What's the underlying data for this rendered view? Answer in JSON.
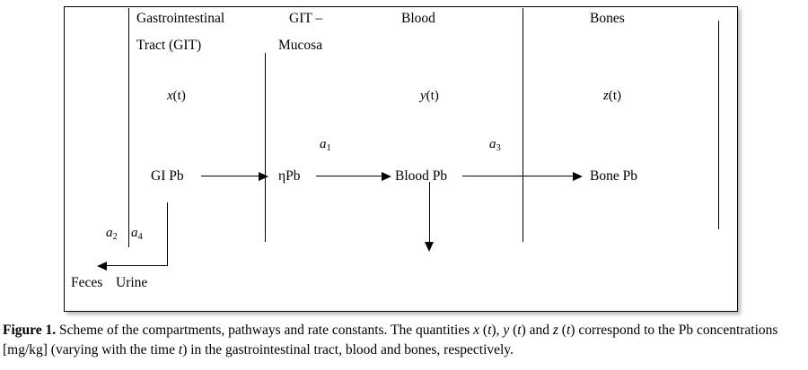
{
  "figure": {
    "label": "Figure 1.",
    "caption_part1": " Scheme of the compartments, pathways and rate constants. The quantities ",
    "caption_x": "x",
    "caption_t1": " (t)",
    "caption_sep1": ", ",
    "caption_y": "y",
    "caption_t2": " (t)",
    "caption_sep2": " and ",
    "caption_z": "z",
    "caption_t3": " (t)",
    "caption_part2": " correspond to the Pb concentrations [mg/kg] (varying with the time ",
    "caption_t4": "t",
    "caption_part3": ") in the gastrointestinal tract, blood and bones, respectively."
  },
  "diagram": {
    "compartments": [
      {
        "name": "gastrointestinal-tract",
        "line1": "Gastrointestinal",
        "line2": "Tract (GIT)",
        "variable": "x",
        "variable_arg": "(t)"
      },
      {
        "name": "git-mucosa",
        "line1": "GIT –",
        "line2": "Mucosa",
        "variable": "",
        "variable_arg": ""
      },
      {
        "name": "blood",
        "line1": "Blood",
        "line2": "",
        "variable": "y",
        "variable_arg": "(t)"
      },
      {
        "name": "bones",
        "line1": "Bones",
        "line2": "",
        "variable": "z",
        "variable_arg": "(t)"
      }
    ],
    "nodes": [
      {
        "name": "gi-pb",
        "label": "GI Pb"
      },
      {
        "name": "eta-pb",
        "label": "ηPb"
      },
      {
        "name": "blood-pb",
        "label": "Blood Pb"
      },
      {
        "name": "bone-pb",
        "label": "Bone Pb"
      }
    ],
    "rate_constants": [
      {
        "name": "a1",
        "symbol": "a",
        "subscript": "1"
      },
      {
        "name": "a2",
        "symbol": "a",
        "subscript": "2"
      },
      {
        "name": "a3",
        "symbol": "a",
        "subscript": "3"
      },
      {
        "name": "a4",
        "symbol": "a",
        "subscript": "4"
      }
    ],
    "outputs": [
      {
        "name": "feces",
        "label": "Feces"
      },
      {
        "name": "urine",
        "label": "Urine"
      }
    ]
  },
  "colors": {
    "ink": "#000000",
    "background": "#ffffff"
  }
}
